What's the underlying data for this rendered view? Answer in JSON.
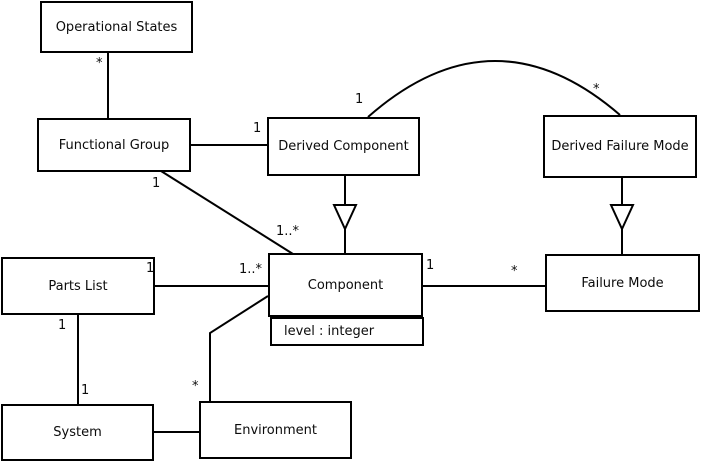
{
  "diagram": {
    "classes": {
      "operational_states": {
        "name": "Operational States"
      },
      "functional_group": {
        "name": "Functional Group"
      },
      "derived_component": {
        "name": "Derived Component"
      },
      "derived_failure_mode": {
        "name": "Derived Failure Mode"
      },
      "parts_list": {
        "name": "Parts List"
      },
      "component": {
        "name": "Component",
        "attribute": "level : integer"
      },
      "failure_mode": {
        "name": "Failure Mode"
      },
      "system": {
        "name": "System"
      },
      "environment": {
        "name": "Environment"
      }
    },
    "multiplicities": {
      "operational_states_functional_group_star": "*",
      "functional_group_derived_component_one": "1",
      "functional_group_component_one": "1",
      "functional_group_component_many": "1..*",
      "derived_component_arc_one": "1",
      "derived_failure_mode_arc_star": "*",
      "parts_list_component_one": "1",
      "parts_list_component_many": "1..*",
      "component_failure_mode_one": "1",
      "component_failure_mode_star": "*",
      "parts_list_system_one_top": "1",
      "parts_list_system_one_bottom": "1",
      "component_environment_star": "*"
    },
    "colors": {
      "background": "#ffffff",
      "box_fill": "#ffffff",
      "line": "#000000",
      "text": "#0b0b0b"
    }
  }
}
